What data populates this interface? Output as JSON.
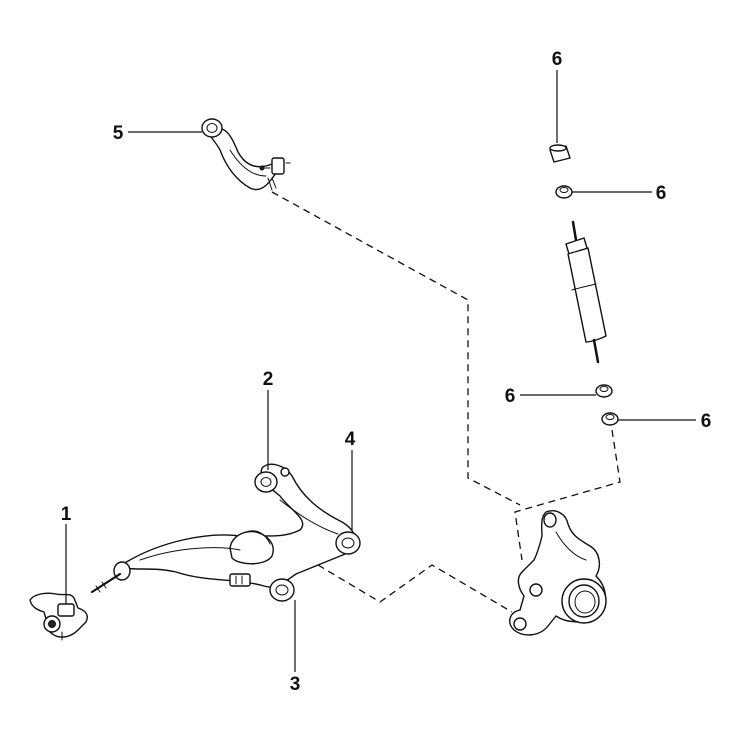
{
  "callouts": {
    "c1": "1",
    "c2": "2",
    "c3": "3",
    "c4": "4",
    "c5": "5",
    "c6a": "6",
    "c6b": "6",
    "c6c": "6",
    "c6d": "6"
  }
}
